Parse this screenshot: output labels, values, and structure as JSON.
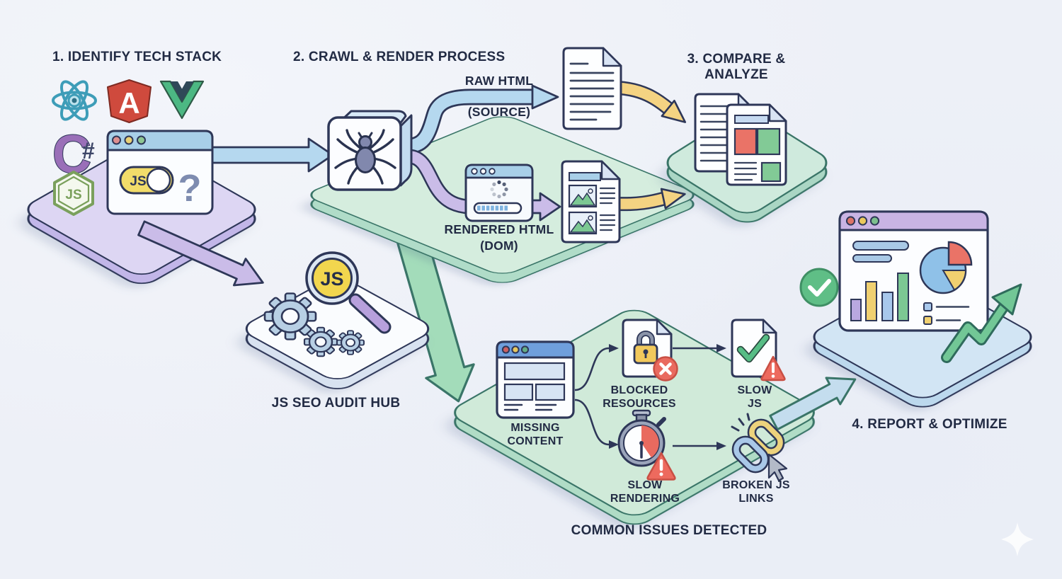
{
  "page": {
    "background": "#edf0f7",
    "type": "infographic-flow-diagram"
  },
  "titles": {
    "step1": "1. IDENTIFY TECH STACK",
    "step2": "2. CRAWL & RENDER PROCESS",
    "step3_line1": "3. COMPARE &",
    "step3_line2": "ANALYZE",
    "step4": "4. REPORT & OPTIMIZE",
    "hub": "JS SEO AUDIT HUB",
    "issues": "COMMON ISSUES DETECTED"
  },
  "crawl_labels": {
    "raw_html": "RAW HTML",
    "raw_sub": "(SOURCE)",
    "rendered_html": "RENDERED HTML",
    "rendered_sub": "(DOM)"
  },
  "tech_stack": {
    "browser_toggle_label": "JS",
    "browser_question": "?",
    "logo_letters": {
      "angular": "A",
      "csharp_c": "C",
      "csharp_hash": "#",
      "node": "JS"
    },
    "logos": [
      "react-logo",
      "angular-logo",
      "vue-logo",
      "csharp-logo",
      "nodejs-logo"
    ]
  },
  "hub": {
    "magnifier_label": "JS"
  },
  "issues": {
    "items": [
      {
        "id": "missing-content",
        "line1": "MISSING",
        "line2": "CONTENT"
      },
      {
        "id": "blocked-resources",
        "line1": "BLOCKED",
        "line2": "RESOURCES"
      },
      {
        "id": "slow-js",
        "line1": "SLOW",
        "line2": "JS"
      },
      {
        "id": "slow-rendering",
        "line1": "SLOW",
        "line2": "RENDERING"
      },
      {
        "id": "broken-js-links",
        "line1": "BROKEN JS",
        "line2": "LINKS"
      }
    ]
  },
  "colors": {
    "background": "#edf0f7",
    "outline": "#2e3758",
    "teal_outline": "#3a7568",
    "platform_purple": "#ddd6f3",
    "platform_green": "#d5edde",
    "platform_white": "#fafcfe",
    "platform_blue": "#d2e5f4",
    "arrow_blue": "#b5d8ef",
    "arrow_purple": "#cabce8",
    "arrow_yellow": "#f4d382",
    "arrow_green": "#a3dcba",
    "arrow_teal": "#c4ddee",
    "accent_red": "#e96a5f",
    "accent_yellow": "#f2c95c",
    "accent_green": "#5fbe86",
    "accent_blue": "#8fc1e8",
    "header_purple": "#c9b4e4",
    "header_blue": "#a8cfe8"
  }
}
